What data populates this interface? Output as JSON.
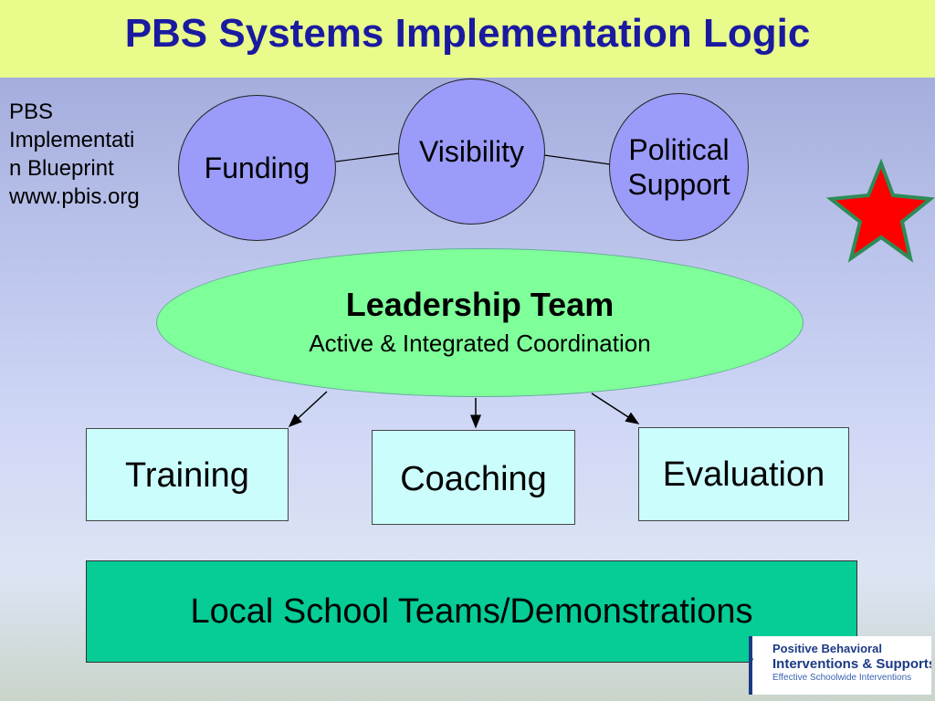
{
  "title": "PBS Systems Implementation Logic",
  "side_note": {
    "lines": [
      "PBS",
      "Implementati",
      "n Blueprint",
      "www.pbis.org"
    ]
  },
  "circles": {
    "funding": "Funding",
    "visibility": "Visibility",
    "political_support_line1": "Political",
    "political_support_line2": "Support"
  },
  "leadership": {
    "title": "Leadership Team",
    "subtitle": "Active & Integrated Coordination"
  },
  "boxes": {
    "training": "Training",
    "coaching": "Coaching",
    "evaluation": "Evaluation"
  },
  "local": "Local School Teams/Demonstrations",
  "logo": {
    "line1": "Positive Behavioral",
    "line2": "Interventions & Supports",
    "line3": "Effective Schoolwide Interventions"
  },
  "colors": {
    "title_bar": "#e9fb8a",
    "title_text": "#1a1aa0",
    "circle_fill": "#9b9bfa",
    "ellipse_fill": "#7fff9a",
    "box_fill": "#ccfdfd",
    "local_fill": "#06cc96",
    "star_fill": "#ff0000",
    "star_stroke": "#2e8b57"
  },
  "icons": {
    "star": "star-icon"
  }
}
